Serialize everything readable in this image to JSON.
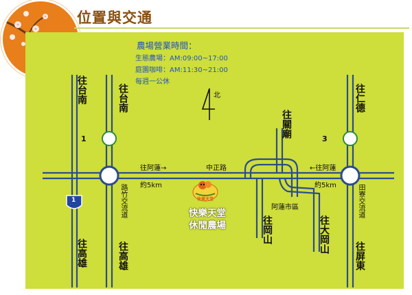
{
  "header": {
    "title": "位置與交通"
  },
  "hours": {
    "title": "農場營業時間：",
    "lines": [
      "生態農場：AM:09:00~17:00",
      "庭園咖啡：AM:11:30~21:00",
      "每週一公休"
    ]
  },
  "map": {
    "north_label": "北",
    "roads": {
      "to_tainan": "往台南",
      "to_kaohsiung_left": "往高雄",
      "to_kaohsiung_mid": "往高雄",
      "to_renwu": "往仁德",
      "to_pingtung": "往屏東",
      "to_guanmiao": "往關廟",
      "to_gangshan": "往岡山",
      "to_dagangshan": "往大岡山",
      "to_alian_east": "往阿蓮→",
      "to_alian_west": "←往阿蓮",
      "zhongzheng_road": "中正路",
      "alian_district": "阿蓮市區",
      "approx_5km_left": "約5km",
      "approx_5km_right": "約5km",
      "luzhu_interchange": "路竹交流道",
      "tianliao_interchange": "田寮交流道"
    },
    "shields": {
      "route_1": "1",
      "route_3": "3",
      "freeway_1": "1"
    },
    "farm": {
      "name_line1": "快樂天堂",
      "name_line2": "休閒農場",
      "logo_text": "快樂天堂"
    },
    "colors": {
      "background": "#cede3a",
      "road": "#2a4c8c",
      "hours_text": "#2255bb",
      "title_text": "#8a4e0e",
      "badge": "#e87f1b"
    }
  }
}
